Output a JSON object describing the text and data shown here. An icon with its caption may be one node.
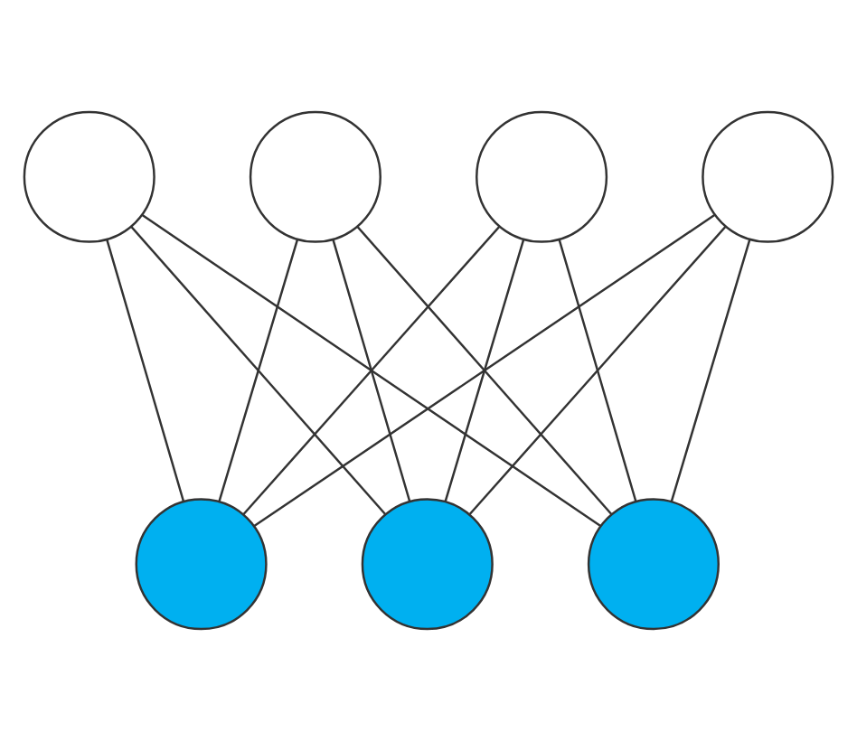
{
  "diagram": {
    "nodes": [
      {
        "text": [],
        "shape": "circle"
      },
      {
        "text": [],
        "shape": "circle"
      },
      {
        "text": [],
        "shape": "circle"
      },
      {
        "text": [],
        "shape": "circle"
      },
      {
        "text": [],
        "shape": "circle"
      },
      {
        "text": [],
        "shape": "circle"
      },
      {
        "text": [],
        "shape": "circle"
      }
    ],
    "edges": [
      {
        "from": 0,
        "to": 4,
        "arrow": "none"
      },
      {
        "from": 0,
        "to": 6,
        "arrow": "none"
      },
      {
        "from": 0,
        "to": 5,
        "arrow": "none"
      },
      {
        "from": 1,
        "to": 4,
        "arrow": "none"
      },
      {
        "from": 1,
        "to": 6,
        "arrow": "none"
      },
      {
        "from": 1,
        "to": 5,
        "arrow": "none"
      },
      {
        "from": 2,
        "to": 4,
        "arrow": "none"
      },
      {
        "from": 2,
        "to": 6,
        "arrow": "none"
      },
      {
        "from": 2,
        "to": 5,
        "arrow": "none"
      },
      {
        "from": 3,
        "to": 4,
        "arrow": "none"
      },
      {
        "from": 3,
        "to": 6,
        "arrow": "none"
      },
      {
        "from": 3,
        "to": 5,
        "arrow": "none"
      }
    ]
  }
}
